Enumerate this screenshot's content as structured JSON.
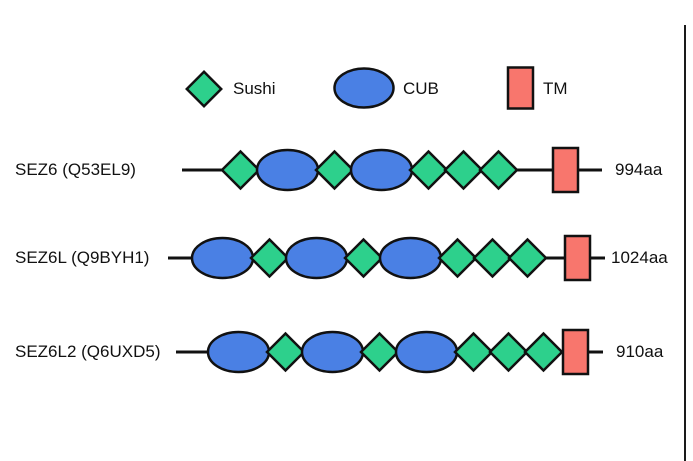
{
  "colors": {
    "sushi": "#2dd08c",
    "cub": "#4a80e4",
    "tm": "#f8766d",
    "outline": "#111111",
    "line": "#111111"
  },
  "legend": {
    "items": [
      {
        "type": "sushi",
        "label": "Sushi"
      },
      {
        "type": "cub",
        "label": "CUB"
      },
      {
        "type": "tm",
        "label": "TM"
      }
    ]
  },
  "proteins": [
    {
      "label": "SEZ6 (Q53EL9)",
      "length_label": "994aa",
      "domains": [
        "sushi",
        "cub",
        "sushi",
        "cub",
        "sushi",
        "sushi",
        "sushi",
        "tm"
      ]
    },
    {
      "label": "SEZ6L (Q9BYH1)",
      "length_label": "1024aa",
      "domains": [
        "cub",
        "sushi",
        "cub",
        "sushi",
        "cub",
        "sushi",
        "sushi",
        "sushi",
        "tm"
      ]
    },
    {
      "label": "SEZ6L2 (Q6UXD5)",
      "length_label": "910aa",
      "domains": [
        "cub",
        "sushi",
        "cub",
        "sushi",
        "cub",
        "sushi",
        "sushi",
        "sushi",
        "tm"
      ]
    }
  ]
}
